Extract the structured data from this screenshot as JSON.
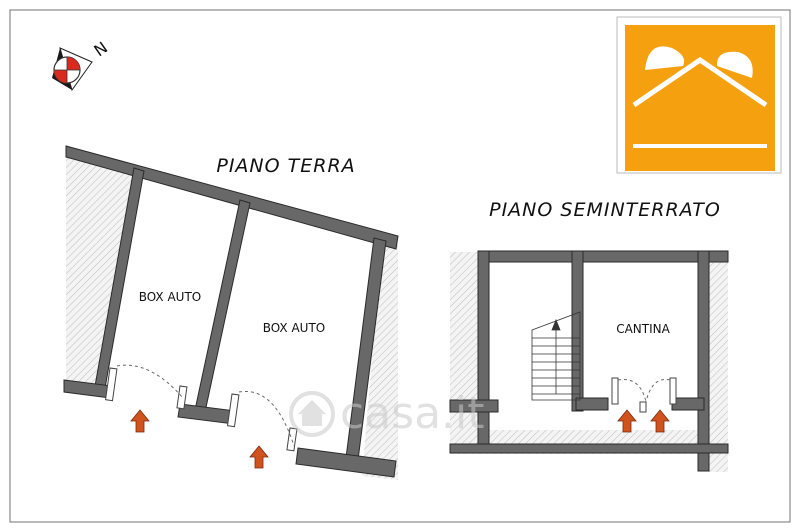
{
  "compass": {
    "north_letter": "N",
    "icon": "compass-icon"
  },
  "logo": {
    "background_color": "#f5a00f",
    "line_color": "#ffffff"
  },
  "ground_floor": {
    "title": "PIANO TERRA",
    "rooms": [
      "BOX AUTO",
      "BOX AUTO"
    ]
  },
  "basement": {
    "title": "PIANO SEMINTERRATO",
    "rooms": [
      "CANTINA"
    ]
  },
  "watermark": {
    "text": "casa.it"
  },
  "colors": {
    "wall": "#686868",
    "arrow": "#d0531e",
    "frame": "#888888"
  }
}
